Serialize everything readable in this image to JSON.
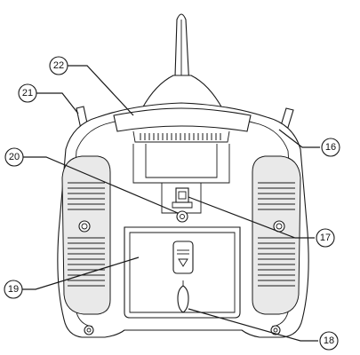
{
  "diagram": {
    "callouts": [
      {
        "id": "c22",
        "label": "22"
      },
      {
        "id": "c21",
        "label": "21"
      },
      {
        "id": "c20",
        "label": "20"
      },
      {
        "id": "c19",
        "label": "19"
      },
      {
        "id": "c18",
        "label": "18"
      },
      {
        "id": "c17",
        "label": "17"
      },
      {
        "id": "c16",
        "label": "16"
      }
    ]
  },
  "colors": {
    "line": "#1a1a1a",
    "grip_shade": "#e9e9e9",
    "background": "#ffffff"
  }
}
